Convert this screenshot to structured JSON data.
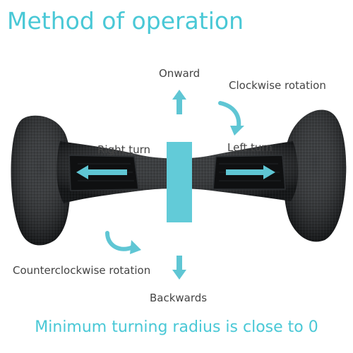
{
  "title": "Method of operation",
  "labels": {
    "onward": "Onward",
    "clockwise": "Clockwise rotation",
    "right_turn": "Right turn",
    "left_turn": "Left turn",
    "counterclockwise": "Counterclockwise rotation",
    "backwards": "Backwards"
  },
  "footer": "Minimum turning radius is close to 0",
  "colors": {
    "accent": "#49c8d6",
    "body": "#1b1d1f",
    "text": "#444444"
  }
}
